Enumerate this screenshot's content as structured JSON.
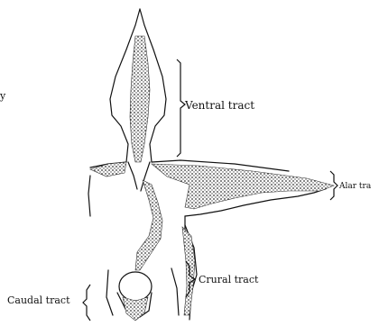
{
  "title": "",
  "labels": {
    "ventral": "Ventral tract",
    "alar": "Alar tra",
    "crural": "Crural tract",
    "caudal": "Caudal tract",
    "edge_mark": "y"
  },
  "colors": {
    "ink": "#111111",
    "stipple": "#555555",
    "background": "#ffffff"
  }
}
